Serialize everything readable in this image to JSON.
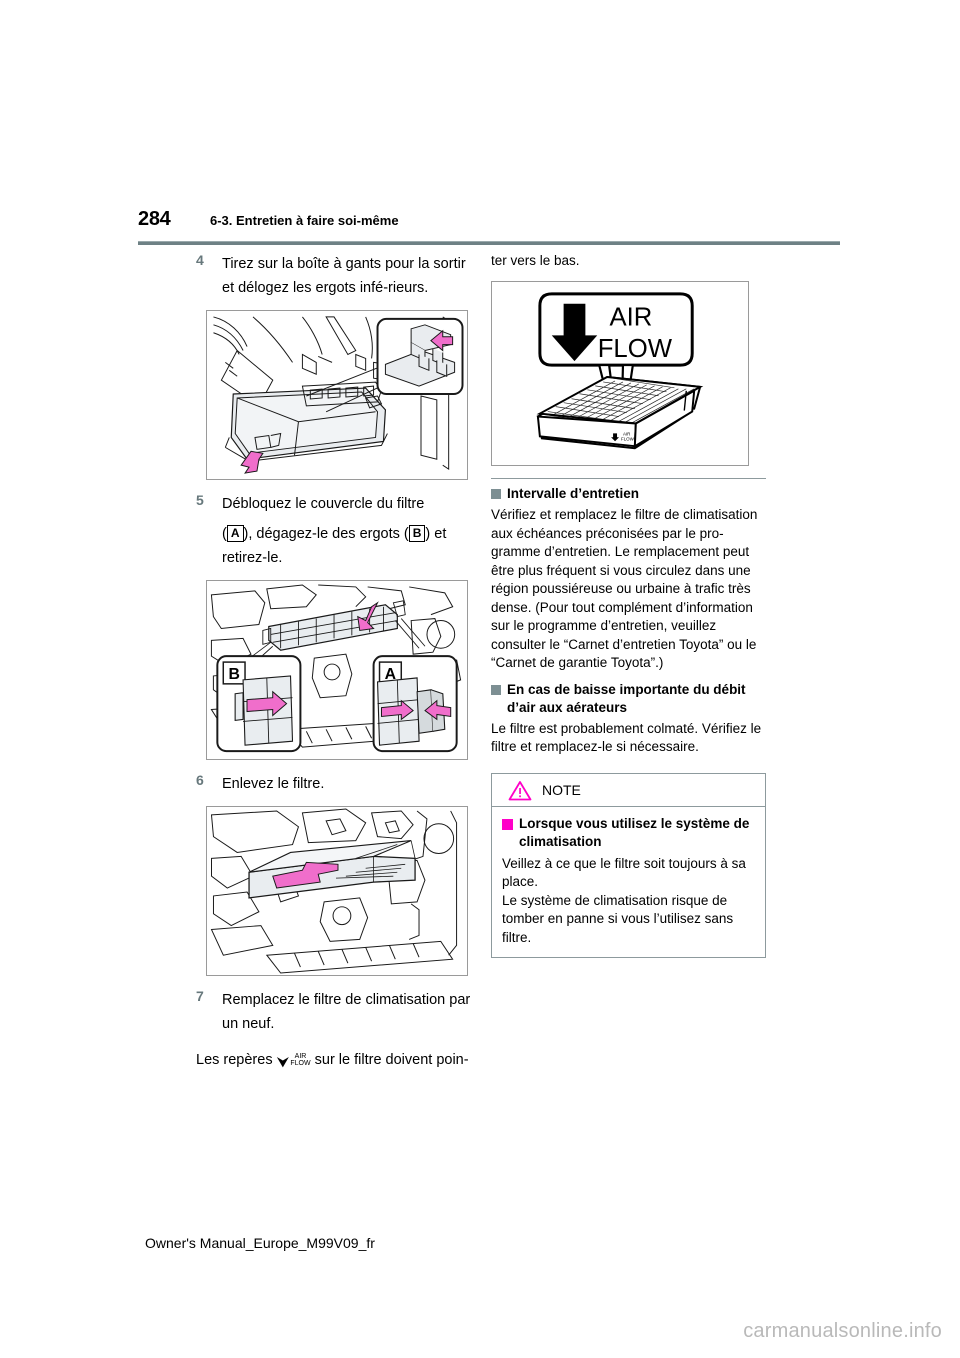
{
  "header": {
    "page_number": "284",
    "title": "6-3. Entretien à faire soi-même"
  },
  "left_column": {
    "steps": [
      {
        "number": "4",
        "text": "Tirez sur la boîte à gants pour la sortir et délogez les ergots infé-rieurs."
      },
      {
        "number": "5",
        "text_part1": "Débloquez le couvercle du filtre",
        "marker_a": "A",
        "text_part2": "), dégagez-le des ergots (",
        "marker_b": "B",
        "text_part3": ") et retirez-le."
      },
      {
        "number": "6",
        "text": "Enlevez le filtre."
      },
      {
        "number": "7",
        "text": "Remplacez le filtre de climatisation par un neuf."
      }
    ],
    "airflow_note_before": "Les repères",
    "airflow_glyph_line1": "AIR",
    "airflow_glyph_line2": "FLOW",
    "airflow_note_after": "sur le filtre doivent poin-",
    "figure_1_caption": "glove-box-release-tabs",
    "figure_2_caption": "filter-cover-latches",
    "figure_2_label_a": "A",
    "figure_2_label_b": "B",
    "figure_3_caption": "remove-cabin-filter"
  },
  "right_column": {
    "continued_text": "ter vers le bas.",
    "figure_airflow": {
      "label_air": "AIR",
      "label_flow": "FLOW",
      "filter_mark_air": "AIR",
      "filter_mark_flow": "FLOW"
    },
    "sections": [
      {
        "heading": "Intervalle d’entretien",
        "body": "Vérifiez et remplacez le filtre de climatisation aux échéances préconisées par le pro-gramme d’entretien. Le remplacement peut être plus fréquent si vous circulez dans une région poussiéreuse ou urbaine à trafic très dense. (Pour tout complément d’information sur le programme d’entretien, veuillez consulter le “Carnet d’entretien Toyota” ou le “Carnet de garantie Toyota”.)"
      },
      {
        "heading": "En cas de baisse importante du débit d’air aux aérateurs",
        "body": "Le filtre est probablement colmaté. Vérifiez le filtre et remplacez-le si nécessaire."
      }
    ],
    "note": {
      "title": "NOTE",
      "subheading": "Lorsque vous utilisez le système de climatisation",
      "body": "Veillez à ce que le filtre soit toujours à sa place.\nLe système de climatisation risque de tomber en panne si vous l’utilisez sans filtre."
    }
  },
  "footer": {
    "manual_code": "Owner's Manual_Europe_M99V09_fr",
    "watermark": "carmanualsonline.info"
  },
  "colors": {
    "rule": "#6e8185",
    "step_number": "#67787c",
    "heading_bullet": "#7d8f93",
    "note_accent": "#ff00c8",
    "illustration_accent": "#f06ecb",
    "watermark": "#b9b9b9"
  }
}
